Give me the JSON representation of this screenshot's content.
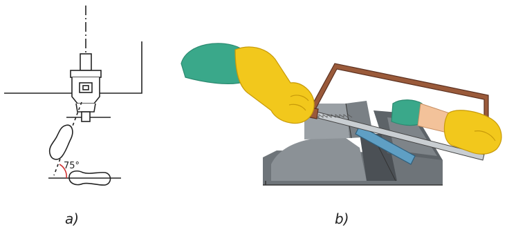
{
  "figure": {
    "angle_label": "75°",
    "caption_a": "a)",
    "caption_b": "b)"
  },
  "colors": {
    "line": "#222222",
    "angle_arc": "#d03030",
    "glove_yellow": "#f2c81c",
    "glove_yellow_dark": "#d9a90f",
    "sleeve_teal": "#3aa88a",
    "sleeve_teal_dark": "#2b8a70",
    "skin": "#f3c29a",
    "vise_gray": "#6e7479",
    "vise_gray_light": "#9aa0a5",
    "vise_gray_dark": "#4b5055",
    "saw_frame": "#9a5a3a",
    "workpiece": "#5f9fc4",
    "blade": "#c9ced2"
  },
  "icons": {
    "diagram_a": "vise-top-view-feet-position-diagram",
    "diagram_b": "hacksaw-cutting-in-vise-illustration"
  }
}
